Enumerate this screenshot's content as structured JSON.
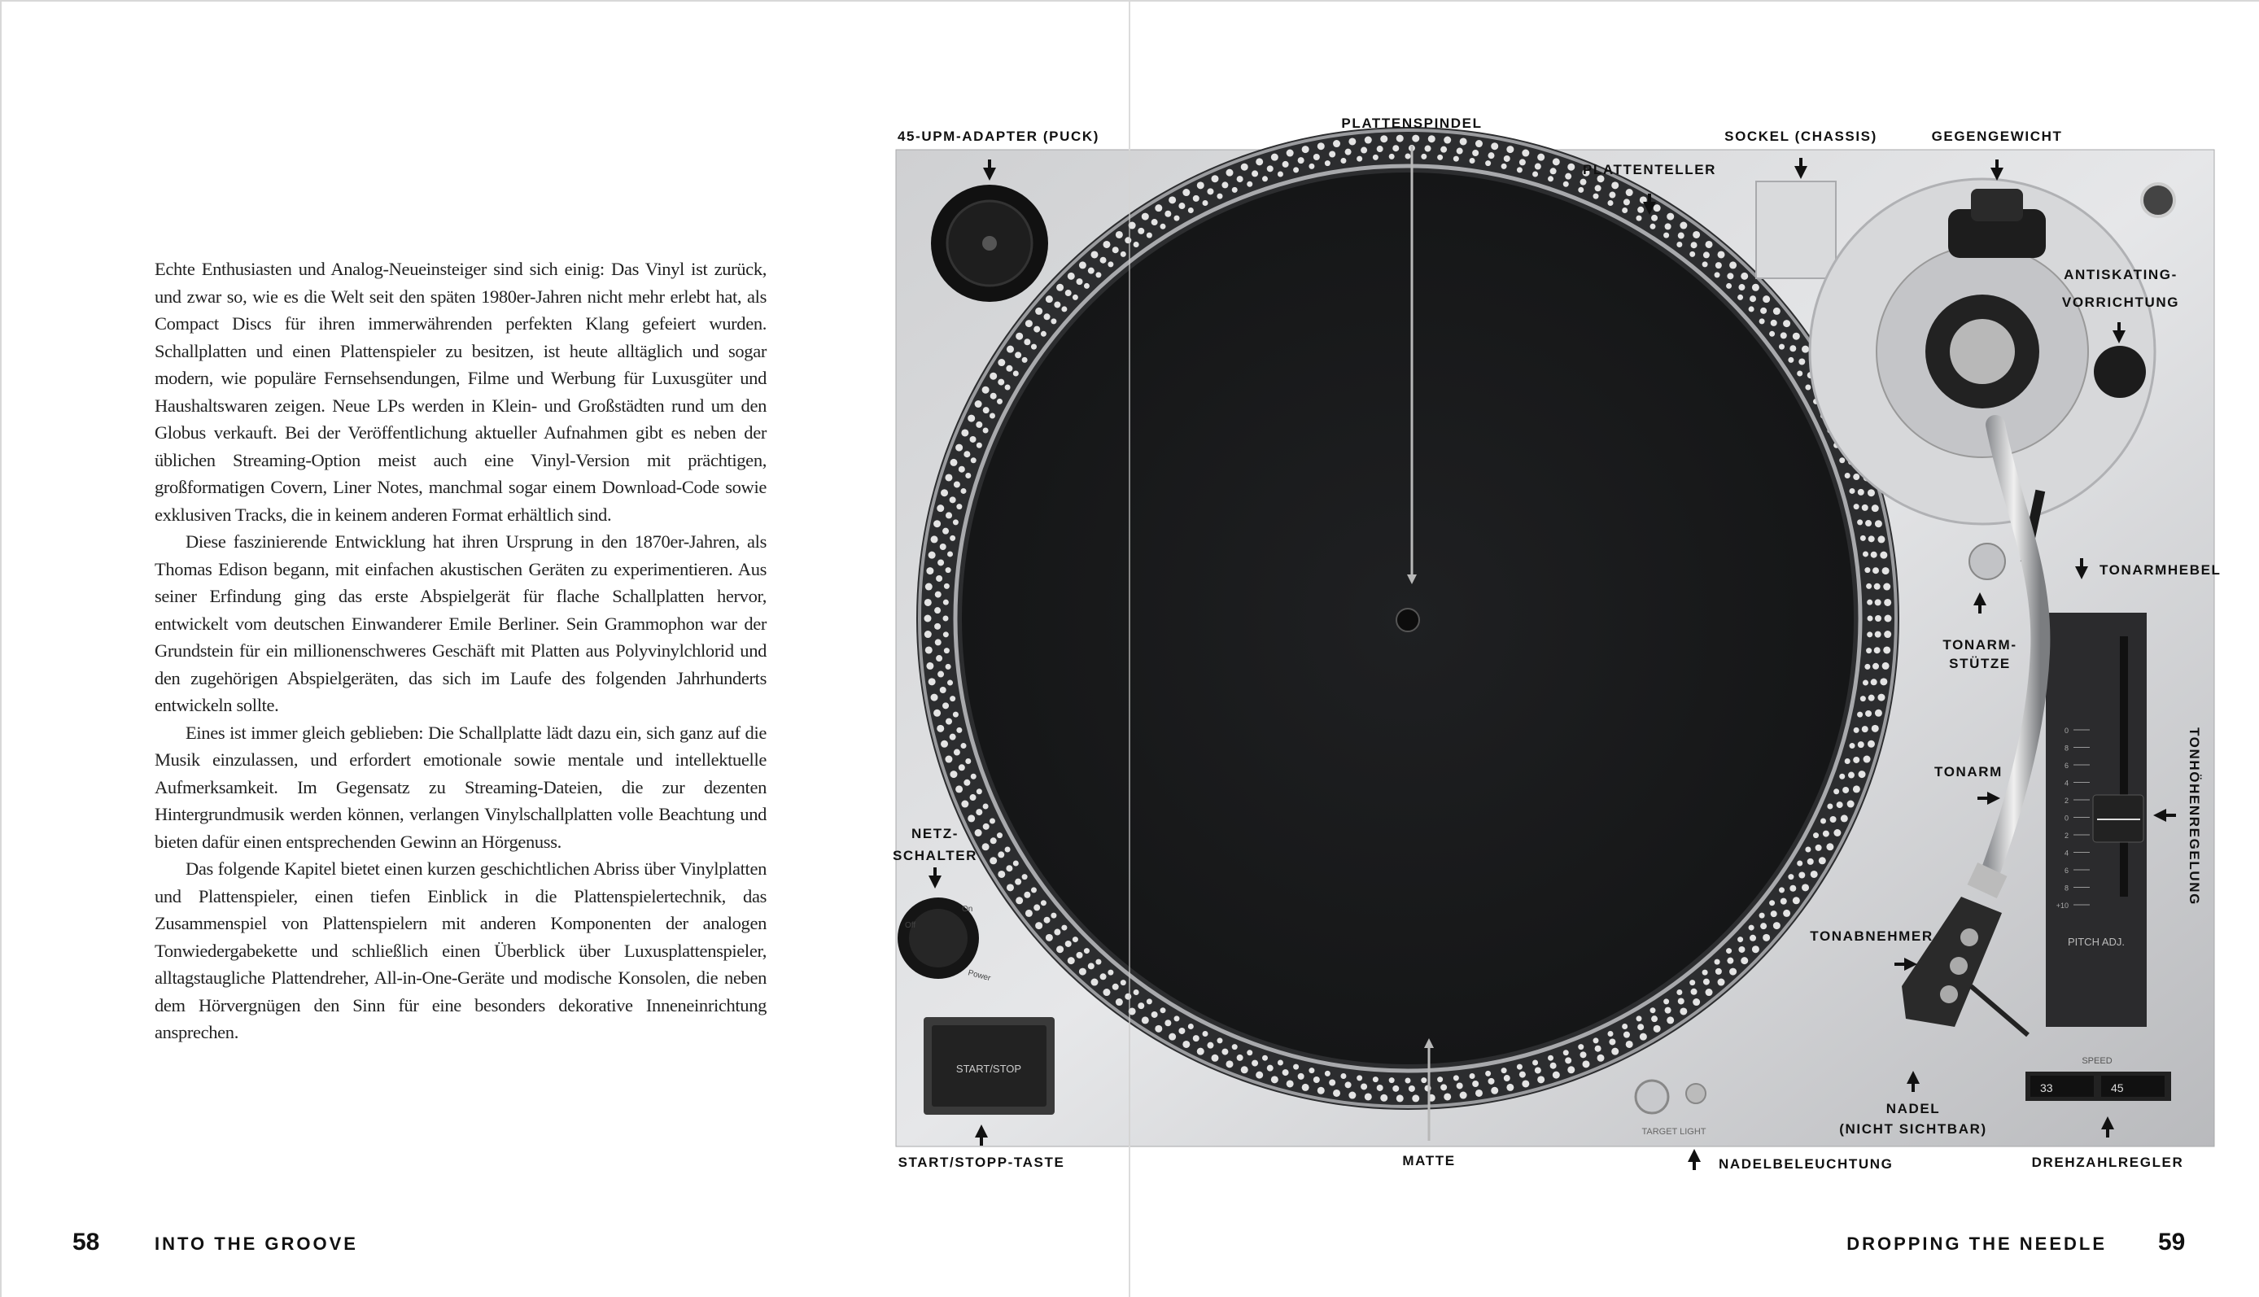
{
  "left_page": {
    "page_number": "58",
    "running_head": "INTO THE GROOVE",
    "paragraphs": [
      "Echte Enthusiasten und Analog-Neueinsteiger sind sich einig: Das Vinyl ist zurück, und zwar so, wie es die Welt seit den späten 1980er-Jahren nicht mehr erlebt hat, als Compact Discs für ihren immerwährenden perfekten Klang gefeiert wurden. Schallplatten und einen Plattenspieler zu besitzen, ist heute alltäglich und sogar modern, wie populäre Fernsehsendungen, Filme und Werbung für Luxusgüter und Haushaltswaren zeigen. Neue LPs werden in Klein- und Großstädten rund um den Globus verkauft. Bei der Veröffentlichung aktueller Aufnahmen gibt es neben der üblichen Streaming-Option meist auch eine Vinyl-Version mit prächtigen, großformatigen Covern, Liner Notes, manchmal sogar einem Download-Code sowie exklusiven Tracks, die in keinem anderen Format erhältlich sind.",
      "Diese faszinierende Entwicklung hat ihren Ursprung in den 1870er-Jahren, als Thomas Edison begann, mit einfachen akustischen Geräten zu experimentieren. Aus seiner Erfindung ging das erste Abspielgerät für flache Schallplatten hervor, entwickelt vom deutschen Einwanderer Emile Berliner. Sein Grammophon war der Grundstein für ein millionenschweres Geschäft mit Platten aus Polyvinylchlorid und den zugehörigen Abspielgeräten, das sich im Laufe des folgenden Jahrhunderts entwickeln sollte.",
      "Eines ist immer gleich geblieben: Die Schallplatte lädt dazu ein, sich ganz auf die Musik einzulassen, und erfordert emotionale sowie mentale und intellektuelle Aufmerksamkeit. Im Gegensatz zu Streaming-Dateien, die zur dezenten Hintergrundmusik werden können, verlangen Vinylschallplatten volle Beachtung und bieten dafür einen entsprechenden Gewinn an Hörgenuss.",
      "Das folgende Kapitel bietet einen kurzen geschichtlichen Abriss über Vinylplatten und Plattenspieler, einen tiefen Einblick in die Plattenspielertechnik, das Zusammenspiel von Plattenspielern mit anderen Komponenten der analogen Tonwiedergabekette und schließlich einen Überblick über Luxusplattenspieler, alltagstaugliche Plattendreher, All-in-One-Geräte und modische Konsolen, die neben dem Hörvergnügen den Sinn für eine besonders dekorative Inneneinrichtung ansprechen."
    ]
  },
  "right_page": {
    "page_number": "59",
    "running_head": "DROPPING THE NEEDLE"
  },
  "labels": {
    "puck": "45-UPM-ADAPTER (PUCK)",
    "spindle": "PLATTENSPINDEL",
    "platter": "PLATTENTELLER",
    "chassis": "SOCKEL (CHASSIS)",
    "counterweight": "GEGENGEWICHT",
    "antiskating_1": "ANTISKATING-",
    "antiskating_2": "VORRICHTUNG",
    "arm_lift": "TONARMHEBEL",
    "arm_rest_1": "TONARM-",
    "arm_rest_2": "STÜTZE",
    "tonearm": "TONARM",
    "pitch_control": "TONHÖHENREGELUNG",
    "cartridge": "TONABNEHMER",
    "needle_1": "NADEL",
    "needle_2": "(NICHT SICHTBAR)",
    "speed_selector": "DREHZAHLREGLER",
    "target_light": "NADELBELEUCHTUNG",
    "mat": "MATTE",
    "start_stop": "START/STOPP-TASTE",
    "power_1": "NETZ-",
    "power_2": "SCHALTER"
  },
  "device": {
    "start_stop_button": "START/STOP",
    "power": "Power",
    "off": "Off",
    "on": "On",
    "speed_title": "SPEED",
    "speed_33": "33",
    "speed_45": "45",
    "pitch_title": "PITCH ADJ.",
    "pitch_scale": [
      "0",
      "8",
      "6",
      "4",
      "2",
      "0",
      "2",
      "4",
      "6",
      "8",
      "+10"
    ],
    "target_light": "TARGET LIGHT"
  }
}
